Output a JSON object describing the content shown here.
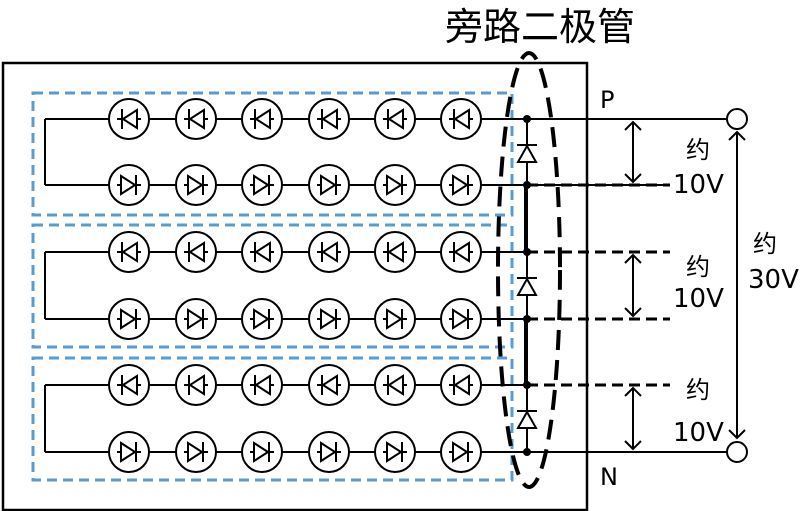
{
  "title": "旁路二极管",
  "terminals": {
    "positive": "P",
    "negative": "N"
  },
  "voltages": {
    "approx": "约",
    "group": "10V",
    "total_approx": "约",
    "total": "30V"
  },
  "substrings": [
    {
      "rows": [
        {
          "cells": 6,
          "direction": "left"
        },
        {
          "cells": 6,
          "direction": "right"
        }
      ]
    },
    {
      "rows": [
        {
          "cells": 6,
          "direction": "left"
        },
        {
          "cells": 6,
          "direction": "right"
        }
      ]
    },
    {
      "rows": [
        {
          "cells": 6,
          "direction": "left"
        },
        {
          "cells": 6,
          "direction": "right"
        }
      ]
    }
  ],
  "bypass_diode_count": 3,
  "colors": {
    "group_border": "#5b9bd5",
    "line": "#000000"
  }
}
